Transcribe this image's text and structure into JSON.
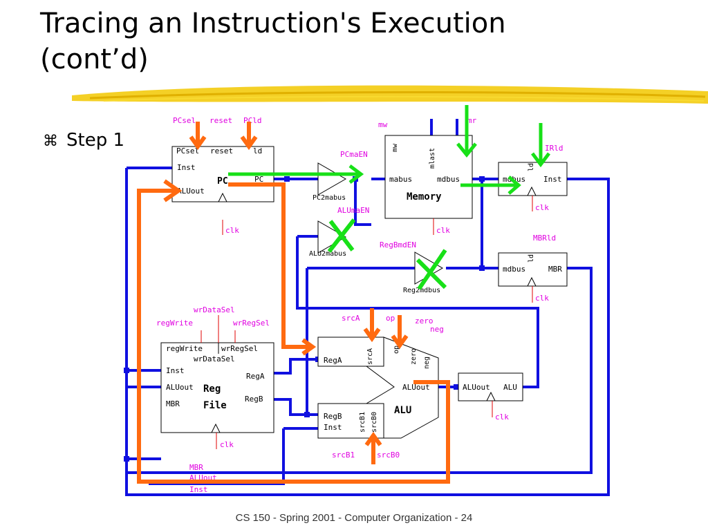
{
  "slide": {
    "title_line1": "Tracing an Instruction's Execution",
    "title_line2": "(cont’d)",
    "bullet_icon": "command-key-icon",
    "bullet_text": "Step 1",
    "footer": "CS 150 - Spring 2001 - Computer Organization - 24"
  },
  "diagram": {
    "pc": {
      "title": "PC",
      "ports": [
        "PCsel",
        "reset",
        "ld",
        "Inst",
        "ALUout",
        "PC"
      ],
      "signals": [
        "PCsel",
        "reset",
        "PCld",
        "clk"
      ]
    },
    "pc2mabus": {
      "label": "PC2mabus",
      "signal": "PCmaEN"
    },
    "alu2mabus": {
      "label": "ALU2mabus",
      "signal": "ALUmaEN"
    },
    "memory": {
      "title": "Memory",
      "ports": [
        "mw",
        "mlast",
        "mabus",
        "mdbus"
      ],
      "signals": [
        "mw",
        "mr",
        "clk"
      ]
    },
    "ir": {
      "ports": [
        "mdbus",
        "ld",
        "Inst"
      ],
      "signals": [
        "IRld",
        "clk"
      ]
    },
    "mbr": {
      "ports": [
        "mdbus",
        "ld",
        "MBR"
      ],
      "signals": [
        "MBRld",
        "clk"
      ]
    },
    "reg2mdbus": {
      "label": "Reg2mdbus",
      "signal": "RegBmdEN"
    },
    "regfile": {
      "title1": "Reg",
      "title2": "File",
      "ports": [
        "regWrite",
        "wrRegSel",
        "wrDataSel",
        "Inst",
        "ALUout",
        "MBR",
        "RegA",
        "RegB"
      ],
      "signals": [
        "wrDataSel",
        "regWrite",
        "wrRegSel",
        "clk"
      ]
    },
    "alu": {
      "title": "ALU",
      "ports": [
        "RegA",
        "srcA",
        "op",
        "zero",
        "neg",
        "ALUout",
        "RegB",
        "Inst",
        "srcB1",
        "srcB0"
      ],
      "signals": [
        "srcA",
        "op",
        "zero",
        "neg",
        "srcB1",
        "srcB0"
      ]
    },
    "aluout": {
      "ports": [
        "ALUout",
        "ALU"
      ],
      "signal": "clk"
    },
    "bus_labels": [
      "MBR",
      "ALUout",
      "Inst"
    ],
    "colors": {
      "bus": "#1010e0",
      "control": "#e000e0",
      "active": "#18e018",
      "path": "#ff6a10",
      "inactive": "#18e018",
      "highlight": "#f2c800"
    }
  }
}
